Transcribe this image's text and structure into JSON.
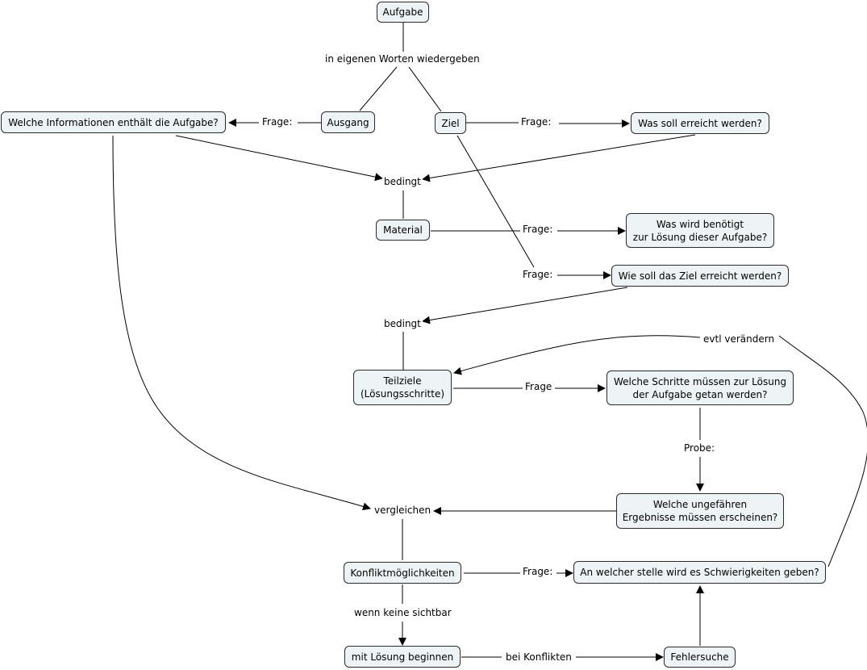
{
  "concepts": {
    "aufgabe": "Aufgabe",
    "ausgang": "Ausgang",
    "ziel": "Ziel",
    "informationen": "Welche Informationen enthält die Aufgabe?",
    "erreicht": "Was soll erreicht werden?",
    "material": "Material",
    "benoetigt": "Was wird benötigt\nzur Lösung dieser Aufgabe?",
    "wie_ziel": "Wie soll das Ziel erreicht werden?",
    "teilziele": "Teilziele\n(Lösungsschritte)",
    "schritte": "Welche Schritte müssen zur Lösung\nder Aufgabe getan werden?",
    "ergebnisse": "Welche ungefähren\nErgebnisse müssen erscheinen?",
    "konflikt": "Konfliktmöglichkeiten",
    "schwierigkeiten": "An welcher stelle wird es Schwierigkeiten geben?",
    "beginnen": "mit Lösung beginnen",
    "fehlersuche": "Fehlersuche"
  },
  "links": {
    "wiedergeben": "in eigenen Worten wiedergeben",
    "frage_ausgang": "Frage:",
    "frage_ziel": "Frage:",
    "bedingt_1": "bedingt",
    "frage_material": "Frage:",
    "frage_wie": "Frage:",
    "bedingt_2": "bedingt",
    "evtl": "evtl verändern",
    "frage_teilziele": "Frage",
    "probe": "Probe:",
    "vergleichen": "vergleichen",
    "frage_konflikt": "Frage:",
    "wenn_keine": "wenn keine sichtbar",
    "bei_konflikten": "bei Konflikten"
  }
}
